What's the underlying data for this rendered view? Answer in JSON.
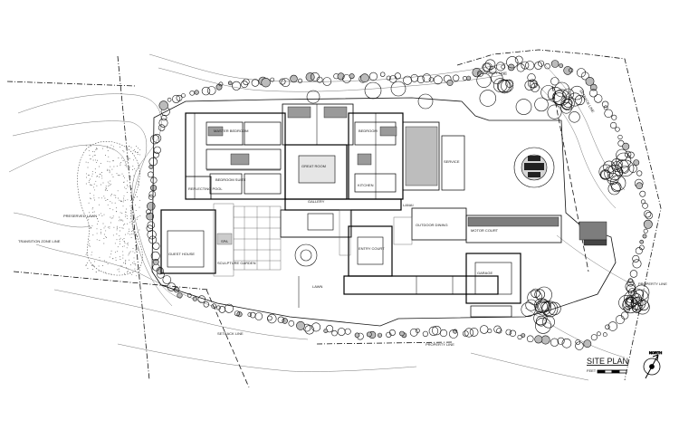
{
  "drawing": {
    "title": "SITE PLAN",
    "scale_label": "FEET",
    "north_label": "NORTH",
    "property_line_label": "PROPERTY LINE",
    "setback_line_label": "SETBACK LINE",
    "transition_zone_label": "TRANSITION ZONE LINE",
    "preserved_lawn_label": "PRESERVED LAWN"
  },
  "rooms": {
    "master_bedroom": "MASTER BEDROOM",
    "bedroom": "BEDROOM",
    "bedroom_suite": "BEDROOM SUITE",
    "gallery": "GALLERY",
    "great_room": "GREAT ROOM",
    "lawn": "LAWN",
    "garage": "GARAGE",
    "reflecting_pool": "REFLECTING POOL",
    "sculpture_garden": "SCULPTURE GARDEN",
    "motor_court": "MOTOR COURT",
    "entry_court": "ENTRY COURT",
    "outdoor_dining": "OUTDOOR DINING",
    "spa": "SPA",
    "kitchen": "KITCHEN",
    "lanai": "LANAI",
    "service": "SERVICE",
    "guest_house": "GUEST HOUSE"
  }
}
